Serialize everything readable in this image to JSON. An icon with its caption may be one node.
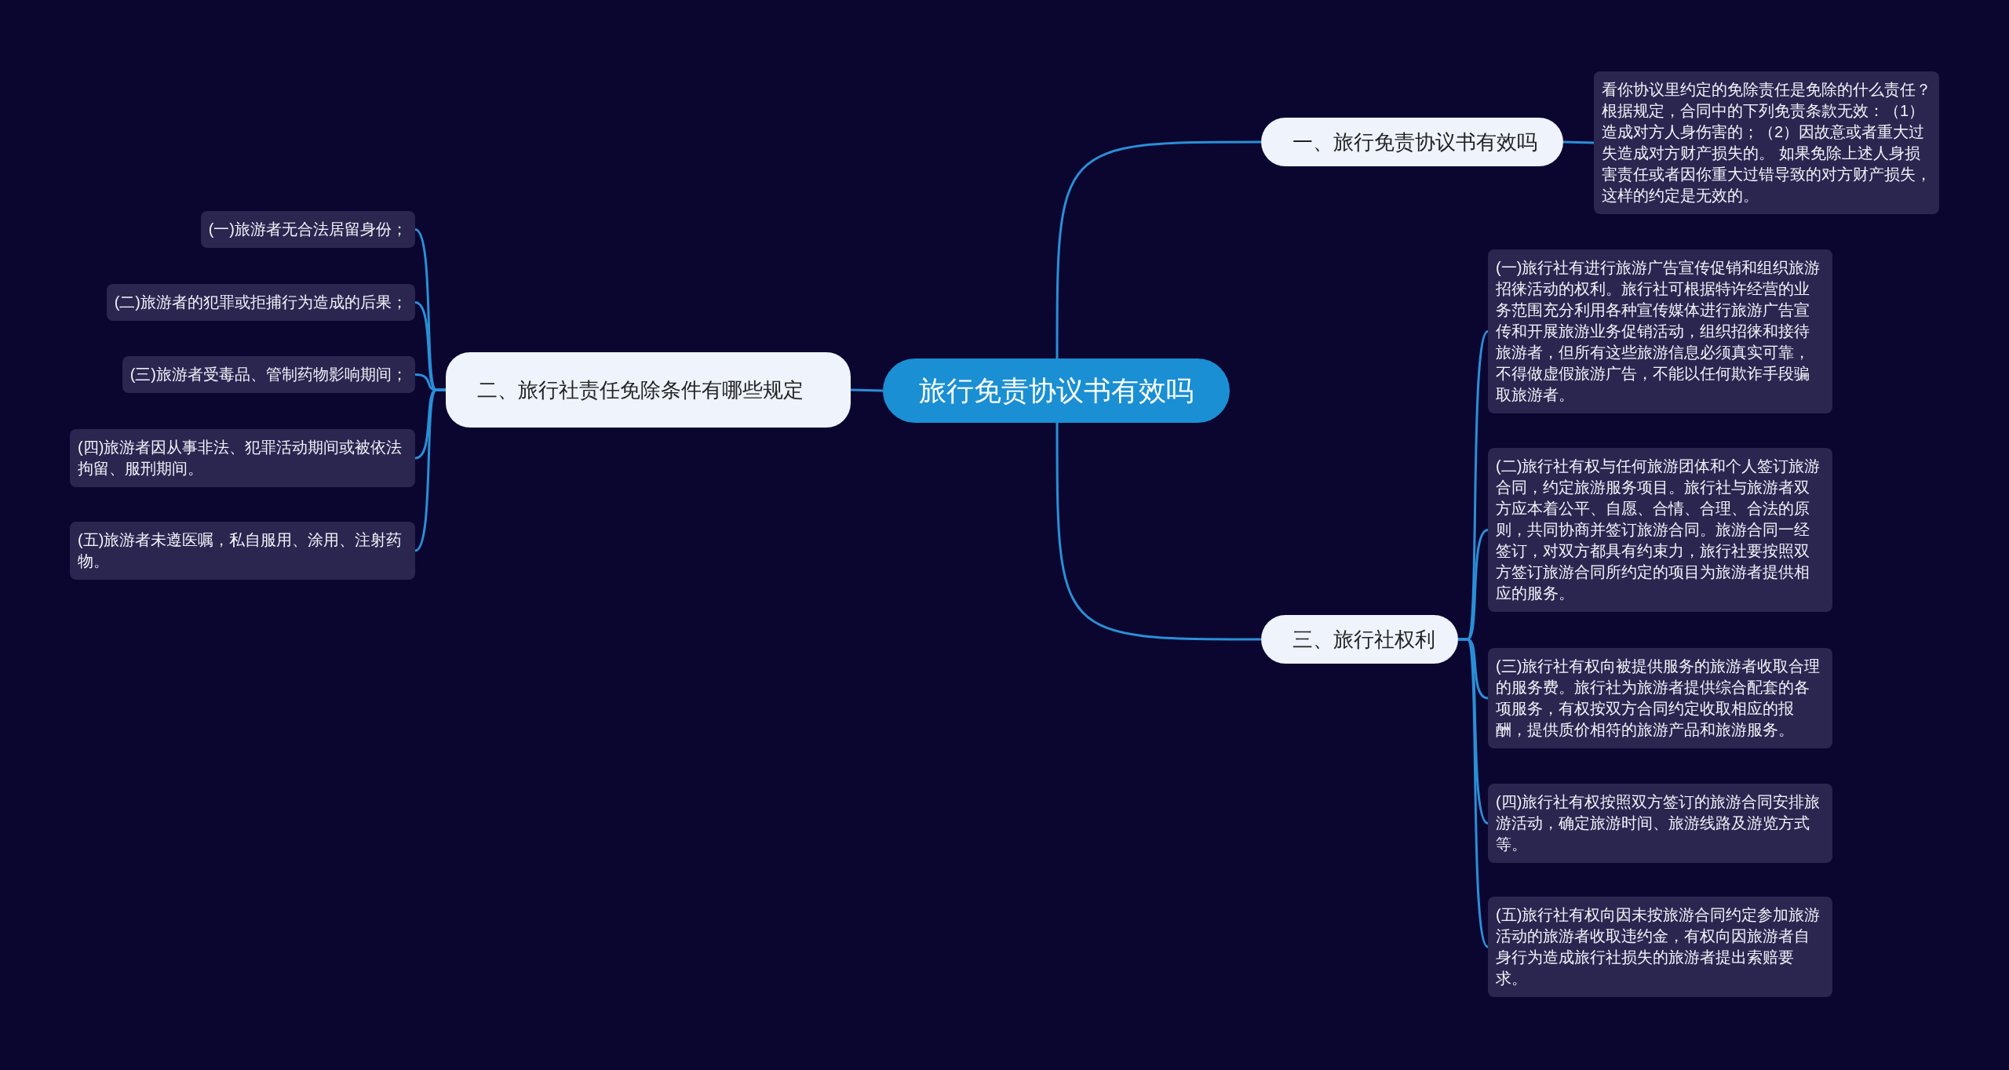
{
  "diagram": {
    "nodes": [
      {
        "text": [
          "旅行免责协议书有效吗"
        ]
      },
      {
        "text": [
          "一、旅行免责协议书有效吗"
        ]
      },
      {
        "text": [
          "看你协议里约定的免除责任是免除的什么责任？根据规定，合同中的下列免责条款无效：（1）造成对方人身伤害的；（2）因故意或者重大过失造成对方财产损失的。 如果免除上述人身损害责任或者因你重大过错导致的对方财产损失，这样的约定是无效的。"
        ]
      },
      {
        "text": [
          "二、旅行社责任免除条件有哪些规定"
        ]
      },
      {
        "text": [
          "(一)旅游者无合法居留身份；"
        ]
      },
      {
        "text": [
          "(二)旅游者的犯罪或拒捕行为造成的后果；"
        ]
      },
      {
        "text": [
          "(三)旅游者受毒品、管制药物影响期间；"
        ]
      },
      {
        "text": [
          "(四)旅游者因从事非法、犯罪活动期间或被依法拘留、服刑期间。"
        ]
      },
      {
        "text": [
          "(五)旅游者未遵医嘱，私自服用、涂用、注射药物。"
        ]
      },
      {
        "text": [
          "三、旅行社权利"
        ]
      },
      {
        "text": [
          "(一)旅行社有进行旅游广告宣传促销和组织旅游招徕活动的权利。旅行社可根据特许经营的业务范围充分利用各种宣传媒体进行旅游广告宣传和开展旅游业务促销活动，组织招徕和接待旅游者，但所有这些旅游信息必须真实可靠，不得做虚假旅游广告，不能以任何欺诈手段骗取旅游者。"
        ]
      },
      {
        "text": [
          "(二)旅行社有权与任何旅游团体和个人签订旅游合同，约定旅游服务项目。旅行社与旅游者双方应本着公平、自愿、合情、合理、合法的原则，共同协商并签订旅游合同。旅游合同一经签订，对双方都具有约束力，旅行社要按照双方签订旅游合同所约定的项目为旅游者提供相应的服务。"
        ]
      },
      {
        "text": [
          "(三)旅行社有权向被提供服务的旅游者收取合理的服务费。旅行社为旅游者提供综合配套的各项服务，有权按双方合同约定收取相应的报酬，提供质价相符的旅游产品和旅游服务。"
        ]
      },
      {
        "text": [
          "(四)旅行社有权按照双方签订的旅游合同安排旅游活动，确定旅游时间、旅游线路及游览方式等。"
        ]
      },
      {
        "text": [
          "(五)旅行社有权向因未按旅游合同约定参加旅游活动的旅游者收取违约金，有权向因旅游者自身行为造成旅行社损失的旅游者提出索赔要求。"
        ]
      }
    ],
    "edges": [
      {
        "from": 0,
        "to": 1,
        "arrow": "none"
      },
      {
        "from": 1,
        "to": 2,
        "arrow": "none"
      },
      {
        "from": 0,
        "to": 3,
        "arrow": "none"
      },
      {
        "from": 3,
        "to": 4,
        "arrow": "none"
      },
      {
        "from": 3,
        "to": 5,
        "arrow": "none"
      },
      {
        "from": 3,
        "to": 6,
        "arrow": "none"
      },
      {
        "from": 3,
        "to": 7,
        "arrow": "none"
      },
      {
        "from": 3,
        "to": 8,
        "arrow": "none"
      },
      {
        "from": 0,
        "to": 9,
        "arrow": "none"
      },
      {
        "from": 9,
        "to": 10,
        "arrow": "none"
      },
      {
        "from": 9,
        "to": 11,
        "arrow": "none"
      },
      {
        "from": 9,
        "to": 12,
        "arrow": "none"
      },
      {
        "from": 9,
        "to": 13,
        "arrow": "none"
      },
      {
        "from": 9,
        "to": 14,
        "arrow": "none"
      }
    ]
  }
}
